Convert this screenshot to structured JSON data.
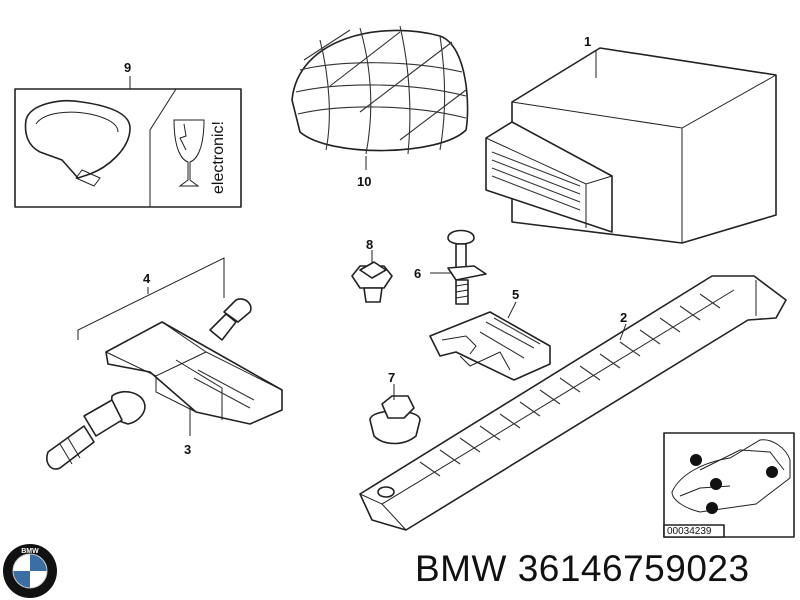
{
  "diagram": {
    "callouts": {
      "c1": "1",
      "c2": "2",
      "c3": "3",
      "c4": "4",
      "c5": "5",
      "c6": "6",
      "c7": "7",
      "c8": "8",
      "c9": "9",
      "c10": "10"
    },
    "label_text": "electronic!",
    "ref_code": "00034239"
  },
  "footer": {
    "title": "BMW 36146759023",
    "logo_text": "BMW"
  }
}
